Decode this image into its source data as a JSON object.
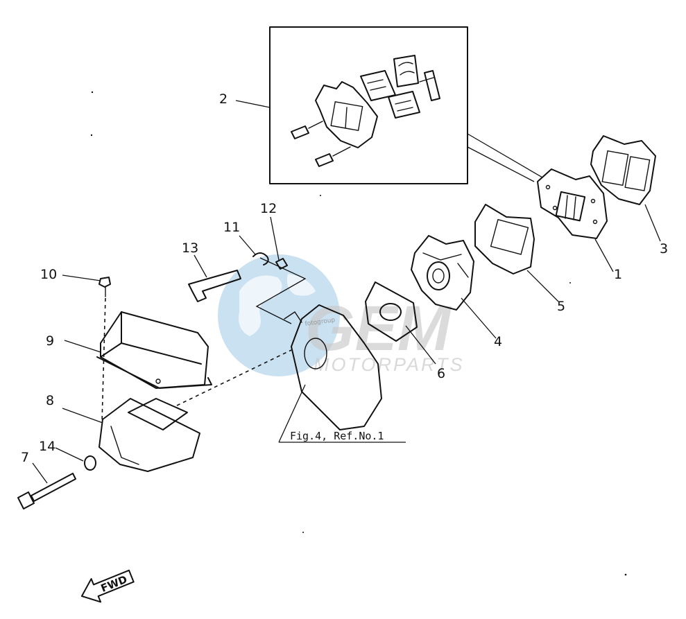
{
  "diagram": {
    "callouts": [
      "1",
      "2",
      "3",
      "4",
      "5",
      "6",
      "7",
      "8",
      "9",
      "10",
      "11",
      "12",
      "13",
      "14"
    ],
    "reference_note": "Fig.4, Ref.No.1",
    "direction_label": "FWD"
  },
  "watermark": {
    "logo_text": "GEM",
    "tagline": "MOTORPARTS",
    "overlay_text": "fotogroup",
    "globe_color": "#9fc9e6",
    "text_color": "#c9c9c9"
  },
  "colors": {
    "line": "#111111",
    "background": "#ffffff"
  }
}
